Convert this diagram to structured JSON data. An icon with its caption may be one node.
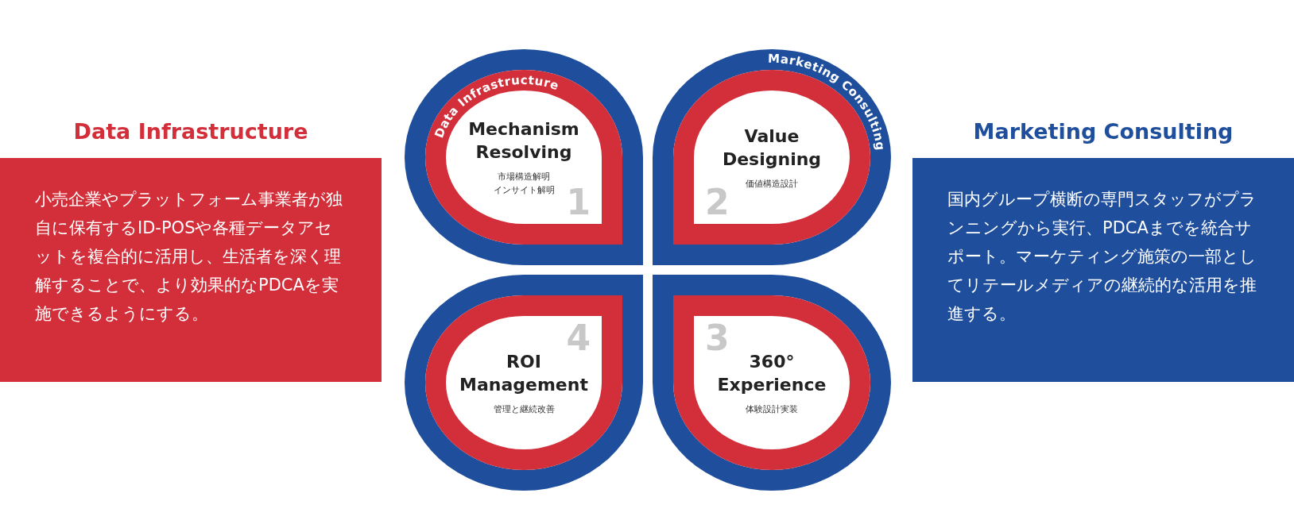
{
  "diagram": {
    "nodes": [
      {
        "text": [
          "Data Infrastructure",
          "小売企業やプラットフォーム事業者が独自に保有するID-POSや各種データアセットを複合的に活用し、生活者を深く理解することで、より効果的なPDCAを実施できるようにする。"
        ]
      },
      {
        "text": [
          "Mechanism Resolving",
          "市場構造解明",
          "インサイト解明",
          "1"
        ]
      },
      {
        "text": [
          "Value Designing",
          "価値構造設計",
          "2"
        ]
      },
      {
        "text": [
          "ROI Management",
          "管理と継続改善",
          "4"
        ]
      },
      {
        "text": [
          "360° Experience",
          "体験設計実装",
          "3"
        ]
      },
      {
        "text": [
          "Marketing Consulting",
          "国内グループ横断の専門スタッフがプランニングから実行、PDCAまでを統合サポート。マーケティング施策の一部としてリテールメディアの継続的な活用を推進する。"
        ]
      }
    ],
    "labels": [
      "Data Infrastructure",
      "Marketing Consulting"
    ]
  }
}
